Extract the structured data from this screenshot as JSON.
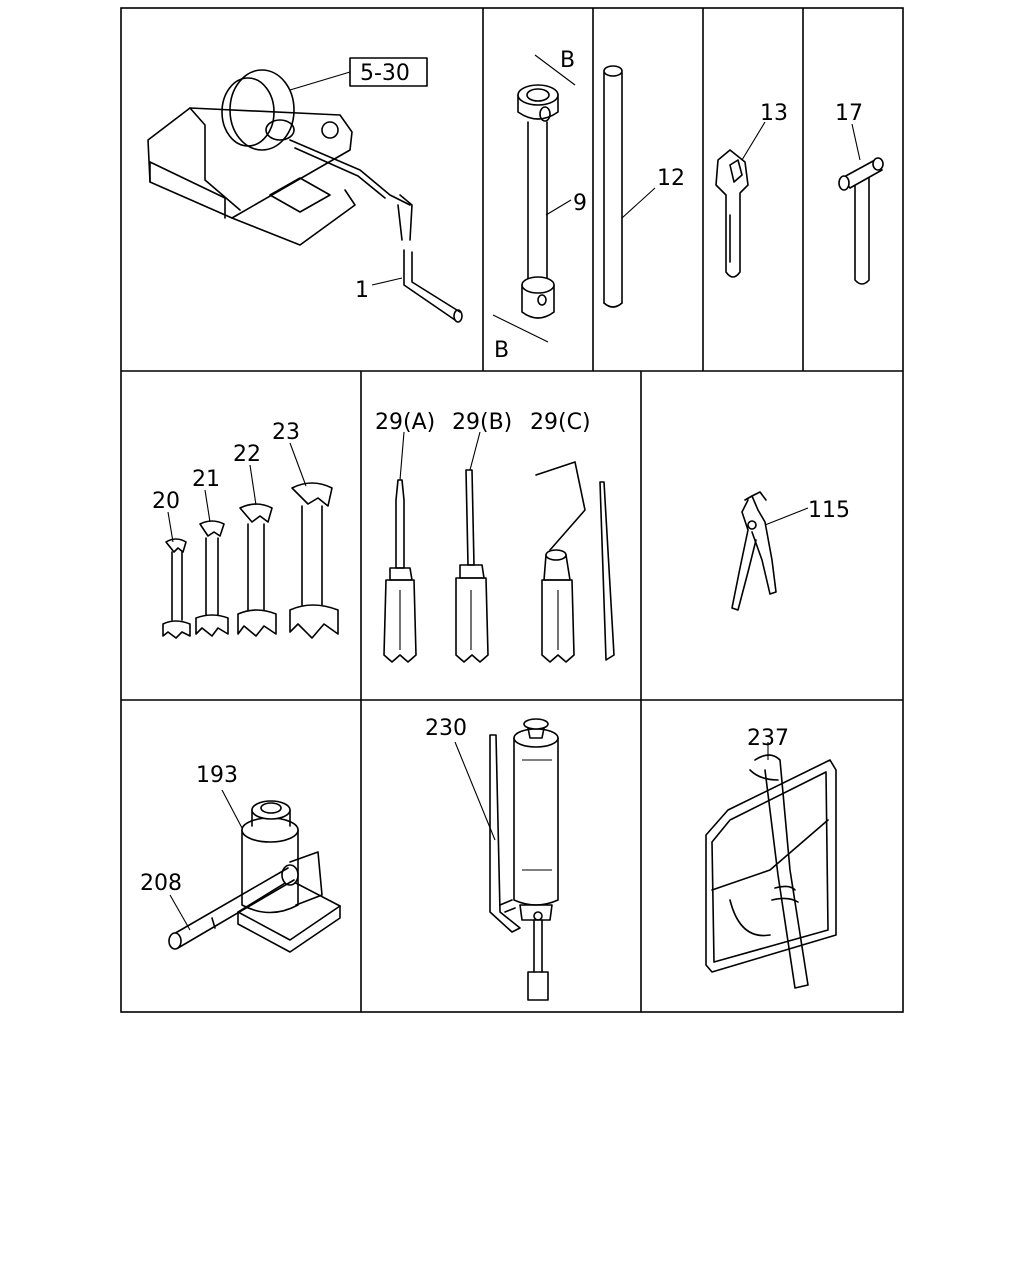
{
  "callouts": {
    "ref_box": "5-30",
    "p1": "1",
    "sec_b1": "B",
    "sec_b2": "B",
    "p9": "9",
    "p12": "12",
    "p13": "13",
    "p17": "17",
    "p20": "20",
    "p21": "21",
    "p22": "22",
    "p23": "23",
    "p29a": "29(A)",
    "p29b": "29(B)",
    "p29c": "29(C)",
    "p115": "115",
    "p193": "193",
    "p208": "208",
    "p230": "230",
    "p237": "237"
  }
}
